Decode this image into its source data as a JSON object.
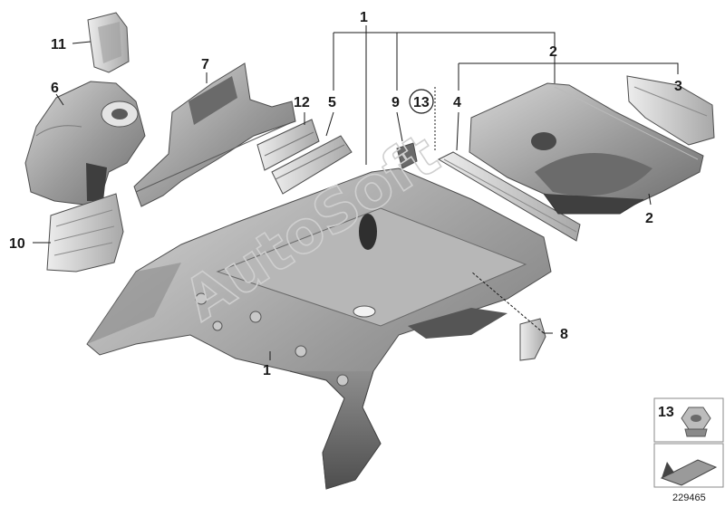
{
  "diagram": {
    "watermark": "AutoSoft",
    "figure_number": "229465",
    "callouts": {
      "c1_top": "1",
      "c1_bottom": "1",
      "c2_top": "2",
      "c2_bottom": "2",
      "c3": "3",
      "c4": "4",
      "c5": "5",
      "c6": "6",
      "c7": "7",
      "c8": "8",
      "c9": "9",
      "c10": "10",
      "c11": "11",
      "c12": "12",
      "c13_circled": "13",
      "c13_inset": "13"
    }
  }
}
